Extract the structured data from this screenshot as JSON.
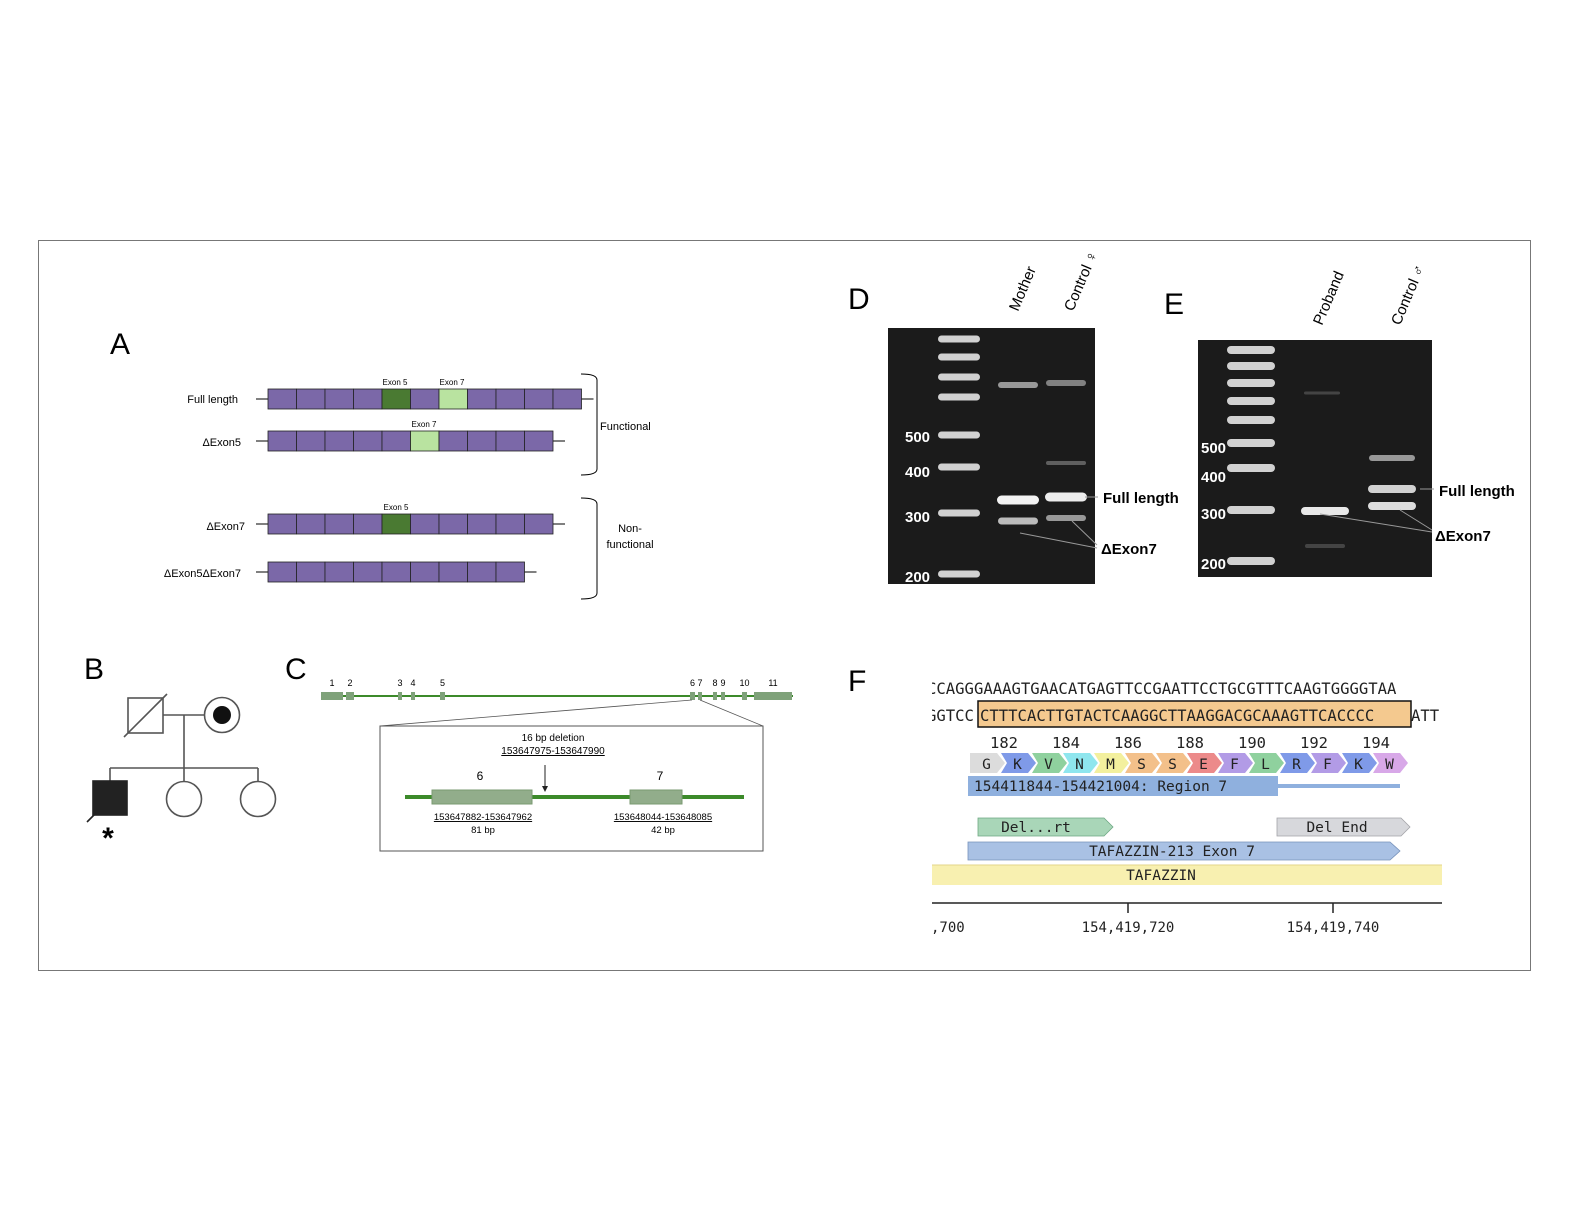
{
  "panels": {
    "a": "A",
    "b": "B",
    "c": "C",
    "d": "D",
    "e": "E",
    "f": "F"
  },
  "panel_a": {
    "rows": [
      {
        "label": "Full length"
      },
      {
        "label": "ΔExon5"
      },
      {
        "label": "ΔExon7"
      },
      {
        "label": "ΔExon5ΔExon7"
      }
    ],
    "exon5": "Exon 5",
    "exon7": "Exon 7",
    "functional": "Functional",
    "nonfunctional_1": "Non-",
    "nonfunctional_2": "functional",
    "colors": {
      "exon": "#7b68a8",
      "exon5": "#4a7a32",
      "exon7": "#b9e3a0"
    }
  },
  "panel_b": {
    "proband_mark": "*"
  },
  "panel_c": {
    "exons": [
      "1",
      "2",
      "3",
      "4",
      "5",
      "6",
      "7",
      "8",
      "9",
      "10",
      "11"
    ],
    "deletion_title": "16 bp deletion",
    "deletion_coords": "153647975-153647990",
    "exon6_label": "6",
    "exon7_label": "7",
    "exon6_coords": "153647882-153647962",
    "exon6_len": "81 bp",
    "exon7_coords": "153648044-153648085",
    "exon7_len": "42 bp"
  },
  "panel_d": {
    "lanes": [
      "Mother",
      "Control ♀"
    ],
    "ladder": [
      "500",
      "400",
      "300",
      "200"
    ],
    "full_length": "Full length",
    "delta": "ΔExon7"
  },
  "panel_e": {
    "lanes": [
      "Proband",
      "Control ♂"
    ],
    "ladder": [
      "500",
      "400",
      "300",
      "200"
    ],
    "full_length": "Full length",
    "delta": "ΔExon7"
  },
  "panel_f": {
    "seq_top": "CCAGGGAAAGTGAACATGAGTTCCGAATTCCTGCGTTTCAAGTGGGGTAA",
    "seq_bottom_left": "GGTCC",
    "seq_bottom_box": "CTTTCACTTGTACTCAAGGCTTAAGGACGCAAAGTTCACCCC",
    "seq_bottom_right": "ATT",
    "numbers": [
      "182",
      "184",
      "186",
      "188",
      "190",
      "192",
      "194"
    ],
    "amino_acids": [
      "G",
      "K",
      "V",
      "N",
      "M",
      "S",
      "S",
      "E",
      "F",
      "L",
      "R",
      "F",
      "K",
      "W"
    ],
    "aa_colors": [
      "#dcdcdc",
      "#7f9ae8",
      "#8fd19e",
      "#8fe6ee",
      "#f3f09e",
      "#f3c08a",
      "#f3c08a",
      "#ec8a8a",
      "#b29be6",
      "#8fd19e",
      "#7f9ae8",
      "#b29be6",
      "#7f9ae8",
      "#d8a8e8"
    ],
    "region": "154411844-154421004: Region 7",
    "del_start": "Del...rt",
    "del_end": "Del End",
    "exon_feature": "TAFAZZIN-213 Exon 7",
    "gene": "TAFAZZIN",
    "ruler": [
      ",700",
      "154,419,720",
      "154,419,740"
    ]
  }
}
